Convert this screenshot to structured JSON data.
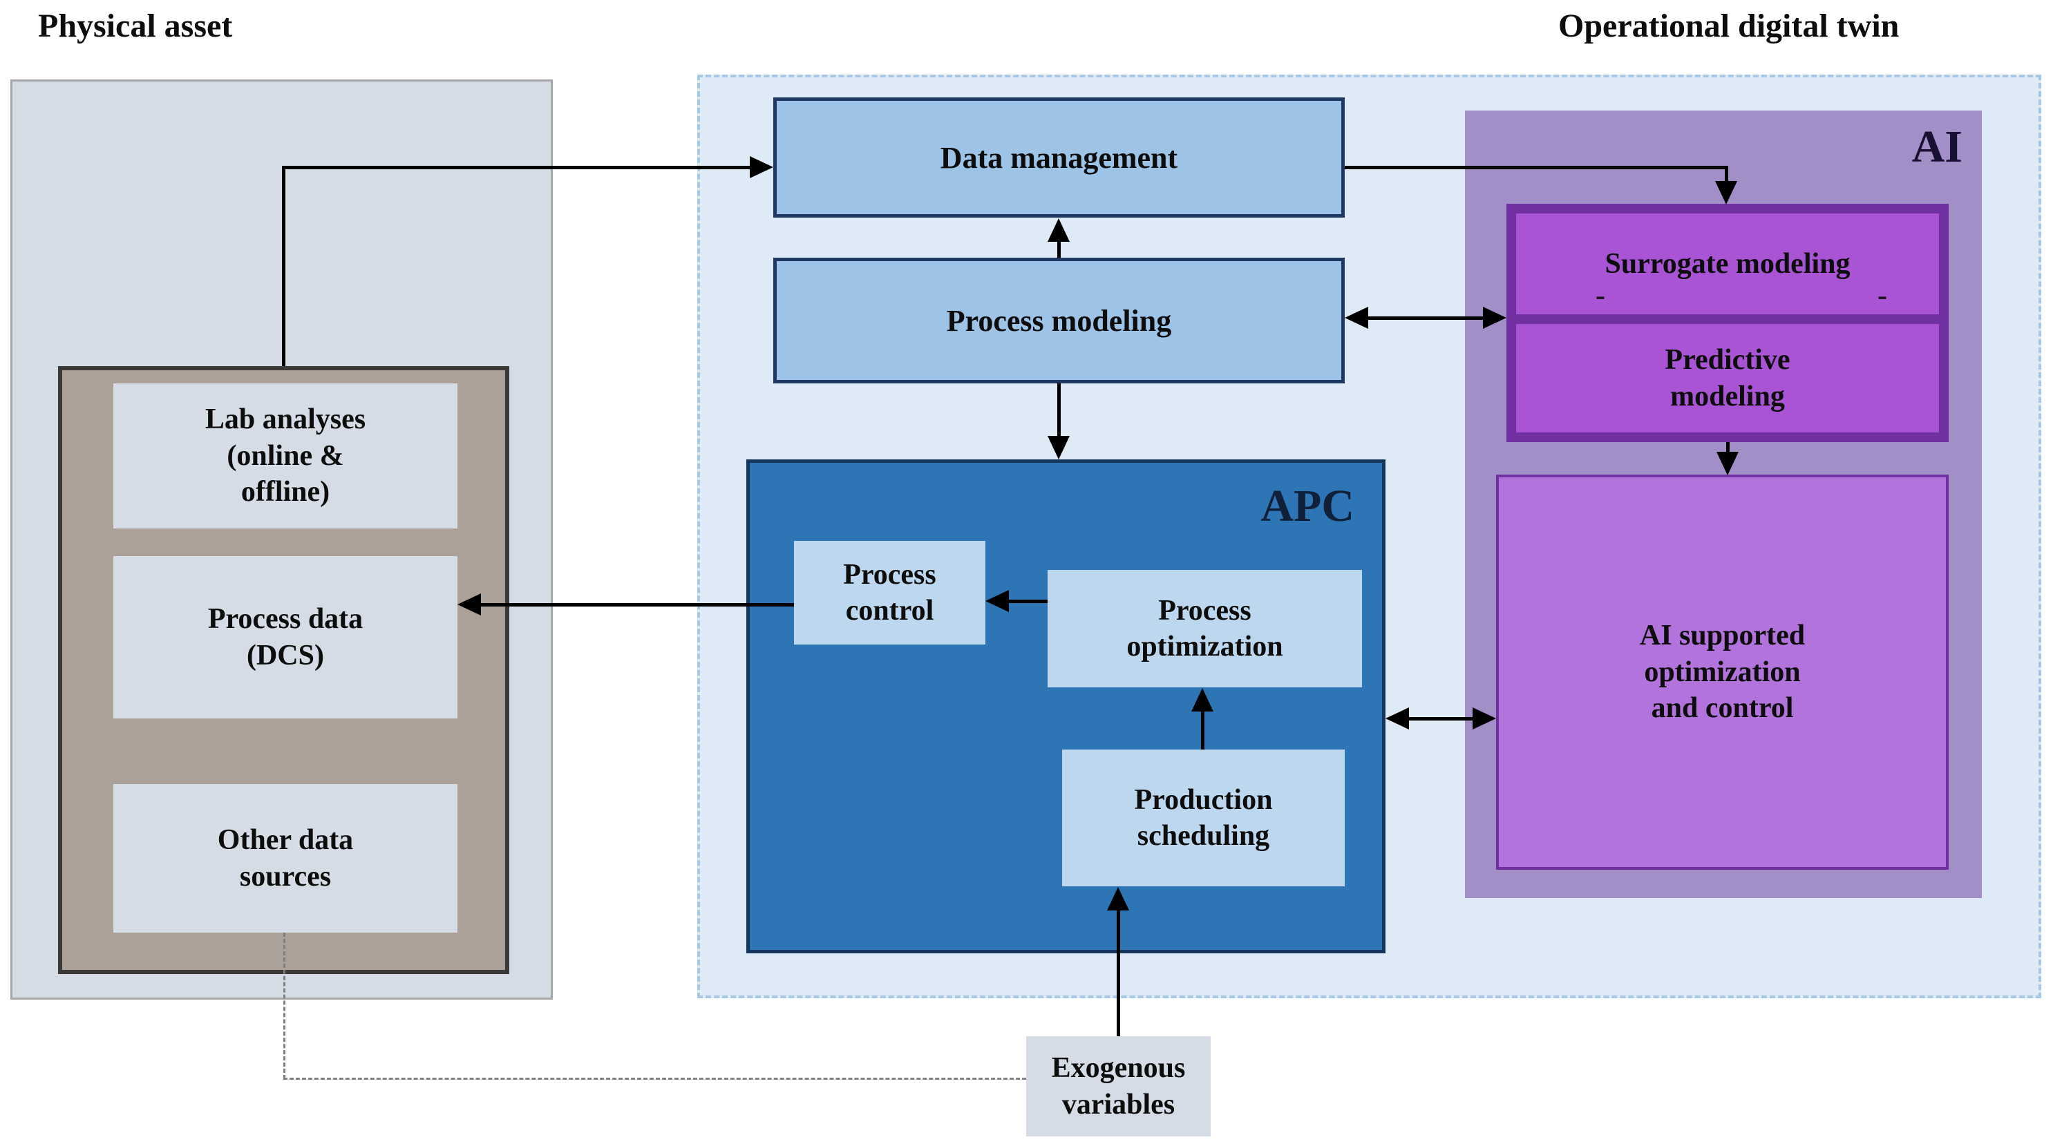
{
  "titles": {
    "physical": "Physical asset",
    "digital_twin": "Operational digital twin"
  },
  "physical_asset": {
    "lab": "Lab analyses\n(online &\noffline)",
    "dcs": "Process data\n(DCS)",
    "other": "Other data\nsources"
  },
  "digital_twin": {
    "data_management": "Data management",
    "process_modeling": "Process modeling"
  },
  "apc": {
    "label": "APC",
    "process_control": "Process\ncontrol",
    "process_optimization": "Process\noptimization",
    "production_scheduling": "Production\nscheduling"
  },
  "ai": {
    "label": "AI",
    "surrogate": "Surrogate modeling",
    "dash_left": "-",
    "dash_right": "-",
    "predictive": "Predictive\nmodeling",
    "supported": "AI supported\noptimization\nand control"
  },
  "exogenous": {
    "label": "Exogenous\nvariables"
  },
  "colors": {
    "physical_fill": "#D6DCE5",
    "physical_border": "#A6A6A6",
    "sources_group_fill": "#ACA199",
    "sources_group_border": "#3B3838",
    "twin_fill": "#DEEAF6",
    "twin_dash_border": "#A7C7E7",
    "model_box_fill": "#9DC3E6",
    "model_box_border": "#1F3864",
    "apc_fill": "#2E75B6",
    "apc_border": "#17365D",
    "apc_inner_fill": "#BDD7EE",
    "ai_container_fill": "#A28FC7",
    "ai_frame_fill": "#7030A0",
    "ai_cell_fill": "#A854D4",
    "ai_supported_fill": "#B273DC",
    "arrow_color": "#000000",
    "dashed_connector_color": "#7F7F7F"
  }
}
